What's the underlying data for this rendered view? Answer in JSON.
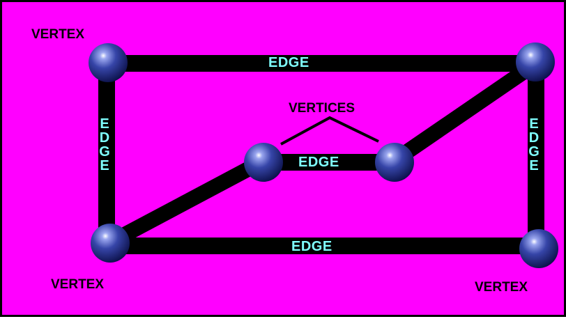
{
  "diagram": {
    "vertex_labels": [
      "VERTEX",
      "VERTEX",
      "VERTEX"
    ],
    "vertices_label": "VERTICES",
    "edge_labels": {
      "top": "EDGE",
      "left": "EDGE",
      "middle": "EDGE",
      "right": "EDGE",
      "bottom": "EDGE"
    }
  },
  "colors": {
    "background": "#ff00ff",
    "edge": "#000000",
    "edge_label": "#7fffff",
    "vertex": "#2a3590",
    "vertex_label": "#000000"
  }
}
